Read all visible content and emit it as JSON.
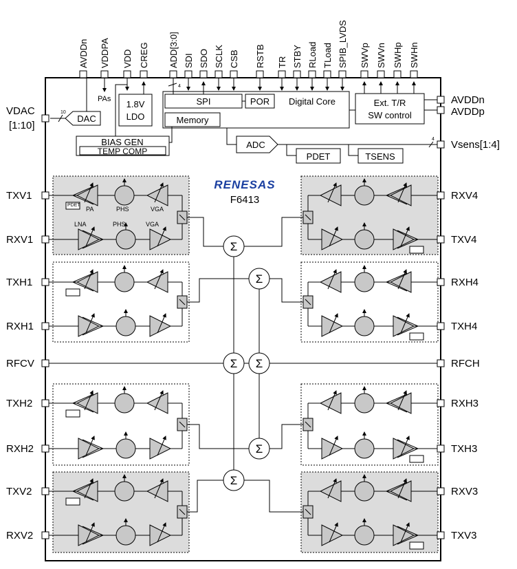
{
  "chip": {
    "brand": "RENESAS",
    "part": "F6413"
  },
  "top_pins": [
    "AVDDn",
    "VDDPA",
    "VDD",
    "CREG",
    "ADD[3:0]",
    "SDI",
    "SDO",
    "SCLK",
    "CSB",
    "RSTB",
    "TR",
    "STBY",
    "RLoad",
    "TLoad",
    "SPIB_LVDS",
    "SWVp",
    "SWVn",
    "SWHp",
    "SWHn"
  ],
  "left_pins": {
    "vdac": "VDAC",
    "vdac_bus": "[1:10]",
    "txv1": "TXV1",
    "rxv1": "RXV1",
    "txh1": "TXH1",
    "rxh1": "RXH1",
    "rfcv": "RFCV",
    "txh2": "TXH2",
    "rxh2": "RXH2",
    "txv2": "TXV2",
    "rxv2": "RXV2"
  },
  "right_pins": {
    "avddn": "AVDDn",
    "avddp": "AVDDp",
    "vsens": "Vsens[1:4]",
    "rxv4": "RXV4",
    "txv4": "TXV4",
    "rxh4": "RXH4",
    "txh4": "TXH4",
    "rfch": "RFCH",
    "rxh3": "RXH3",
    "txh3": "TXH3",
    "rxv3": "RXV3",
    "txv3": "TXV3"
  },
  "blocks": {
    "dac": "DAC",
    "pas": "PAs",
    "ldo_line1": "1.8V",
    "ldo_line2": "LDO",
    "spi": "SPI",
    "por": "POR",
    "digital_core": "Digital Core",
    "memory": "Memory",
    "bias_gen": "BIAS GEN",
    "temp_comp": "TEMP COMP",
    "ext_tr_line1": "Ext. T/R",
    "ext_tr_line2": "SW control",
    "adc": "ADC",
    "pdet": "PDET",
    "tsens": "TSENS"
  },
  "bus_widths": {
    "dac": "10",
    "add": "4",
    "vsens": "4"
  },
  "chain_labels": {
    "pdet": "PDET",
    "pa": "PA",
    "phs": "PHS",
    "vga": "VGA",
    "lna": "LNA"
  },
  "combiner_symbol": "Σ"
}
